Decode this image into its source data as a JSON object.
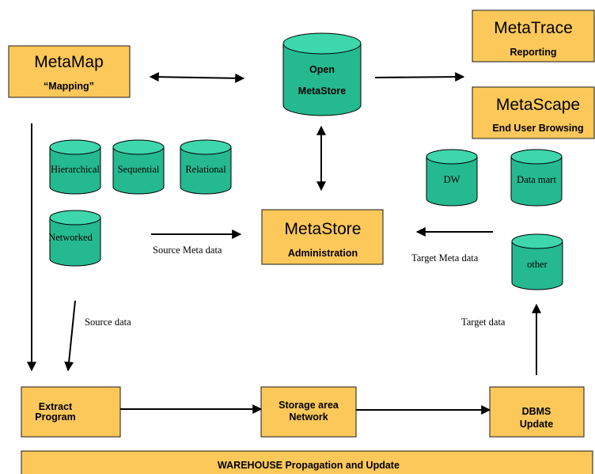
{
  "boxes": {
    "metamap": {
      "title": "MetaMap",
      "subtitle": "“Mapping”"
    },
    "metatrace": {
      "title": "MetaTrace",
      "subtitle": "Reporting"
    },
    "metascape": {
      "title": "MetaScape",
      "subtitle": "End User Browsing"
    },
    "metastore_admin": {
      "title": "MetaStore",
      "subtitle": "Administration"
    },
    "extract": {
      "line1": "Extract",
      "line2": "Program"
    },
    "storage": {
      "line1": "Storage area",
      "line2": "Network"
    },
    "dbms": {
      "line1": "DBMS",
      "line2": "Update"
    },
    "warehouse": {
      "label": "WAREHOUSE Propagation and Update"
    }
  },
  "open_metastore": {
    "line1": "Open",
    "line2": "MetaStore"
  },
  "sources": {
    "hierarchical": "Hierarchical",
    "sequential": "Sequential",
    "relational": "Relational",
    "networked": "Networked"
  },
  "targets": {
    "dw": "DW",
    "datamart": "Data mart",
    "other": "other"
  },
  "labels": {
    "source_meta": "Source Meta data",
    "target_meta": "Target Meta data",
    "source_data": "Source data",
    "target_data": "Target data"
  },
  "colors": {
    "box_fill": "#fcc85a",
    "cylinder_fill": "#25b98f",
    "cylinder_top": "#3dd7ab"
  }
}
